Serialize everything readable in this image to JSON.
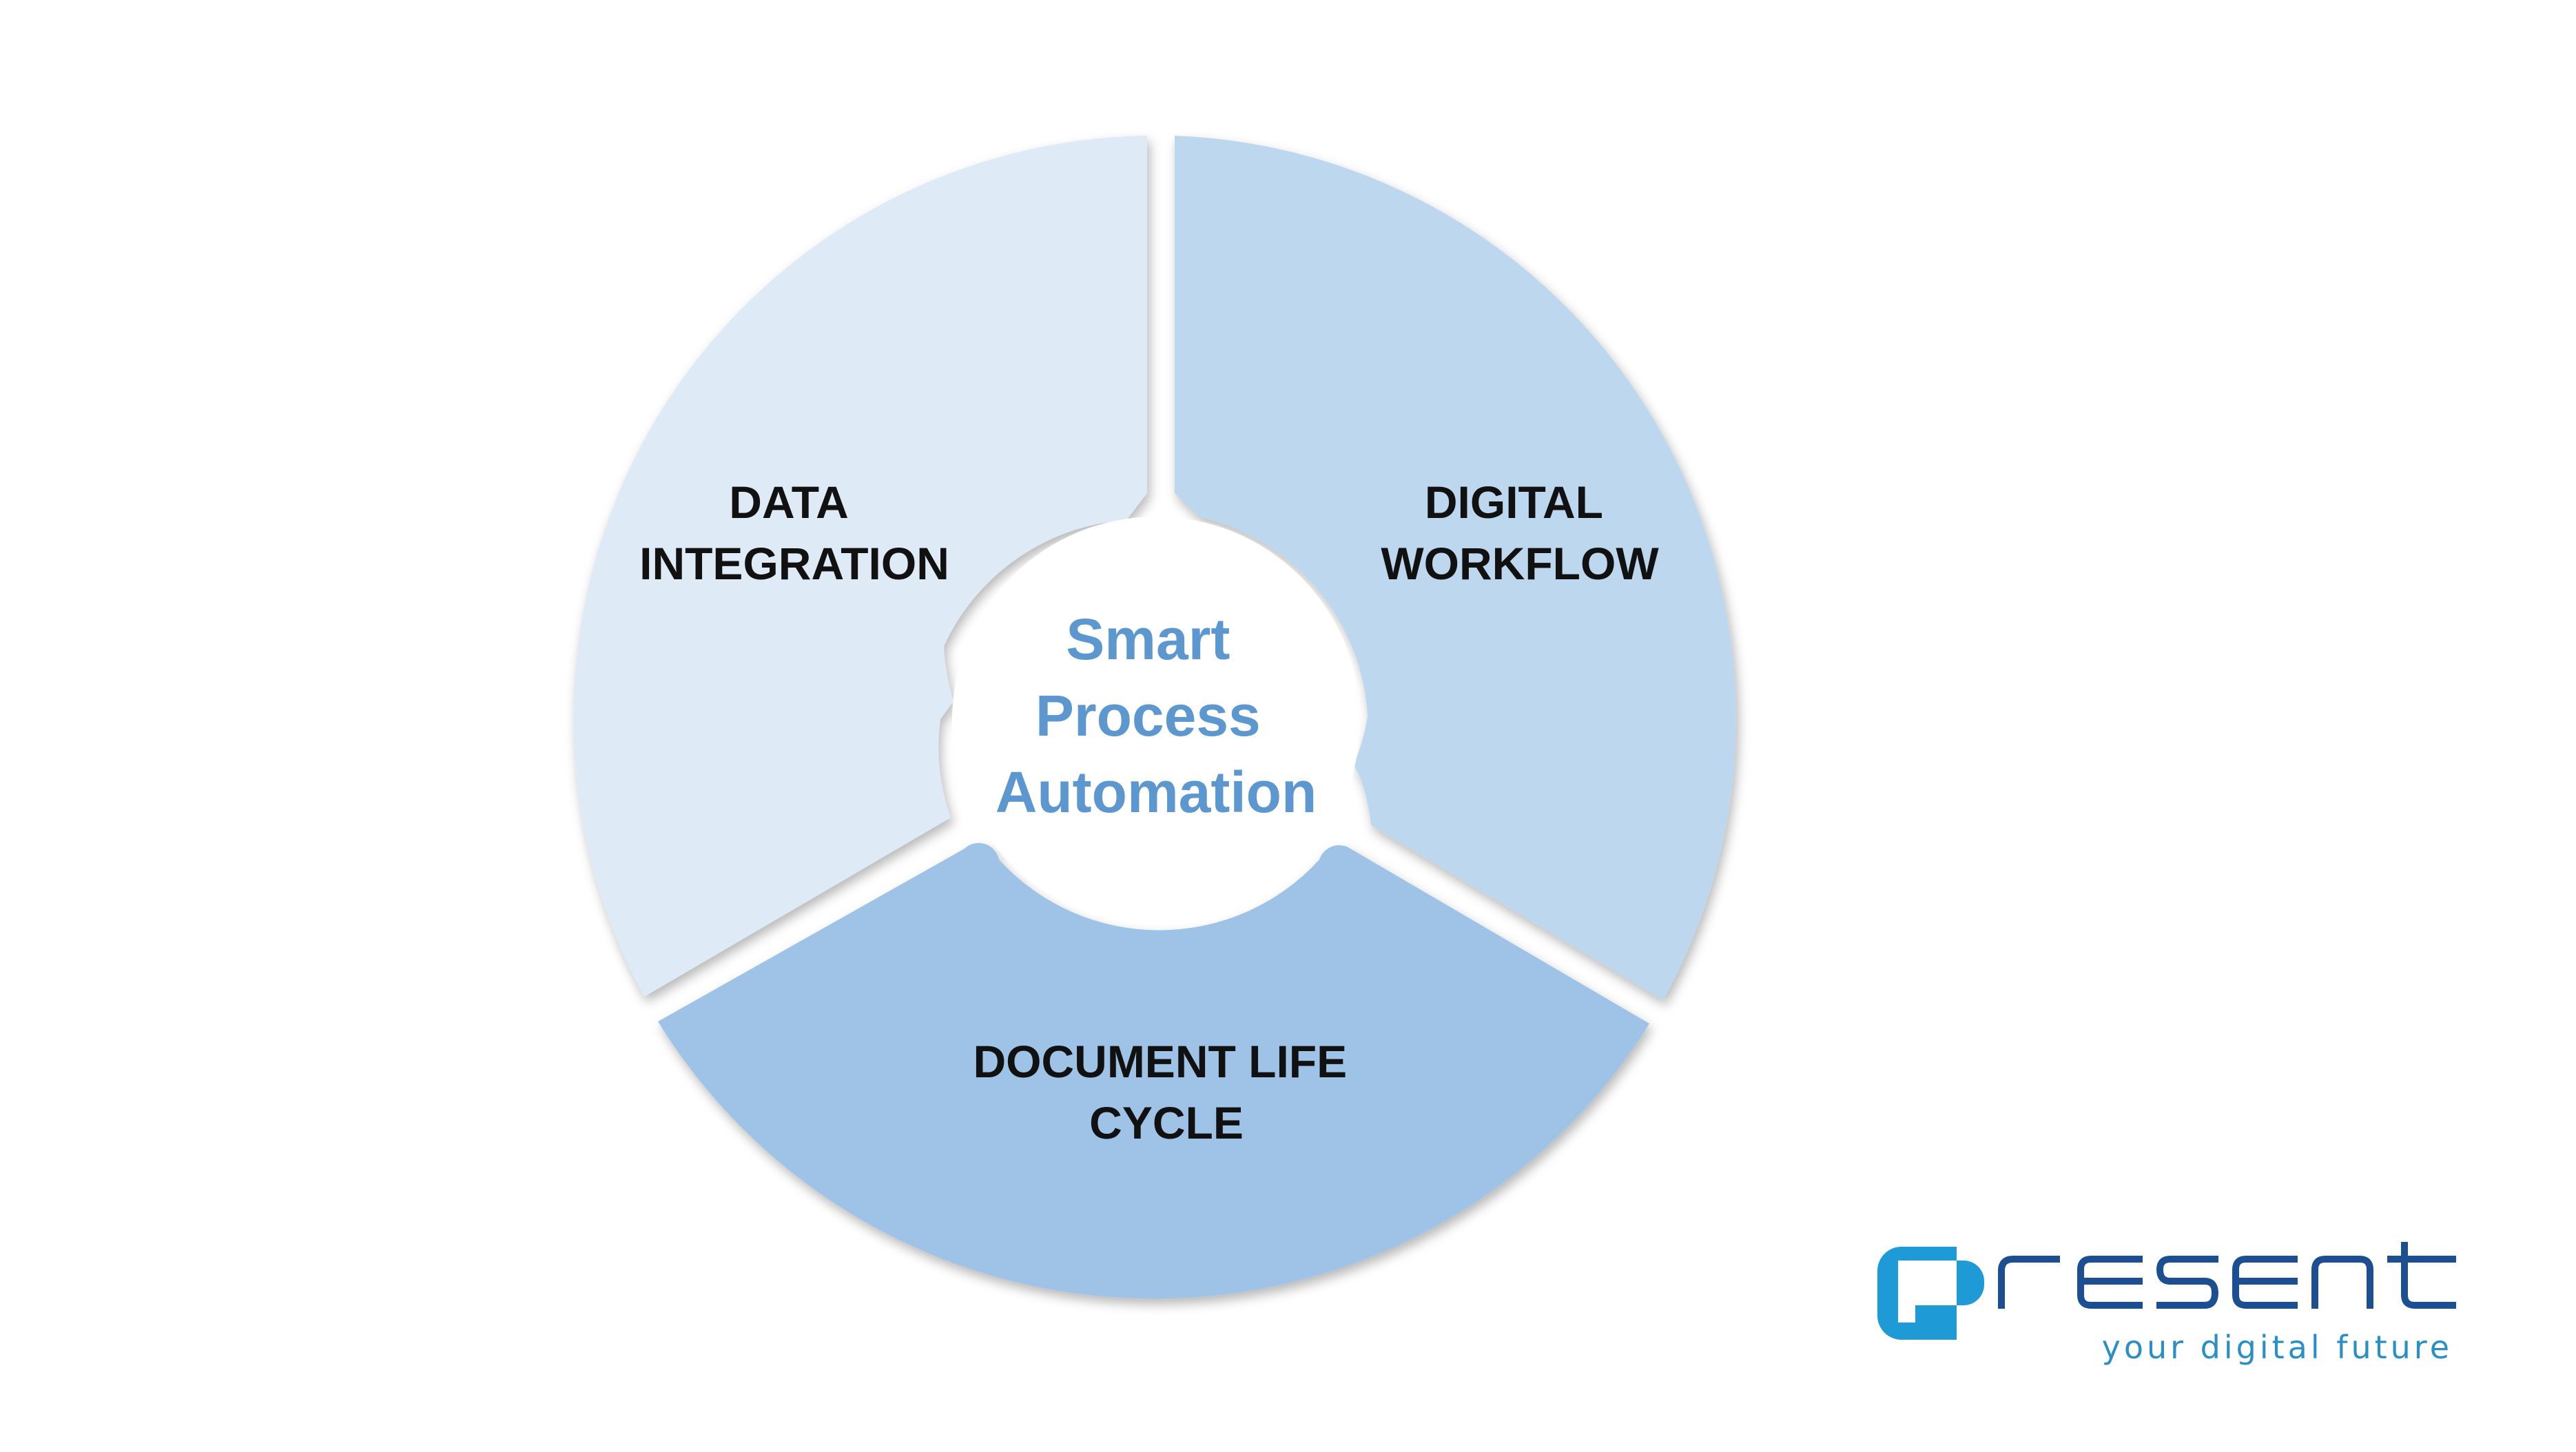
{
  "diagram": {
    "center": {
      "lines": [
        "Smart",
        "Process",
        "Automation"
      ],
      "color": "#5c97cf"
    },
    "segments": [
      {
        "id": "data-integration",
        "lines": [
          "DATA",
          "INTEGRATION"
        ],
        "color": "#deeaf6"
      },
      {
        "id": "digital-workflow",
        "lines": [
          "DIGITAL",
          "WORKFLOW"
        ],
        "color": "#bdd7ee"
      },
      {
        "id": "document-life-cycle",
        "lines": [
          "DOCUMENT LIFE",
          "CYCLE"
        ],
        "color": "#9fc3e7"
      }
    ]
  },
  "logo": {
    "letters": "resent",
    "tagline": "your digital future",
    "brand_color": "#1b4f91",
    "accent_color": "#1e9ad6"
  }
}
